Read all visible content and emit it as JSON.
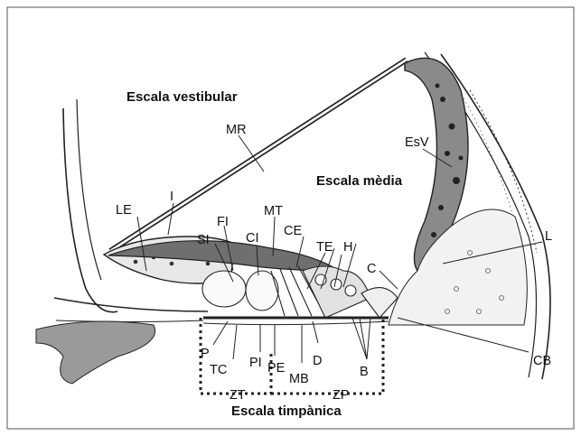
{
  "regions": {
    "vestibular": "Escala vestibular",
    "media": "Escala mèdia",
    "timpanica": "Escala timpànica"
  },
  "labels": {
    "MR": "MR",
    "EsV": "EsV",
    "LE": "LE",
    "I": "I",
    "MT": "MT",
    "FI": "FI",
    "SI": "SI",
    "CI": "CI",
    "CE": "CE",
    "TE": "TE",
    "H": "H",
    "L": "L",
    "C": "C",
    "P": "P",
    "TC": "TC",
    "PI": "PI",
    "PE": "PE",
    "MB": "MB",
    "D": "D",
    "B": "B",
    "CB": "CB",
    "ZT": "ZT",
    "ZP": "ZP"
  }
}
